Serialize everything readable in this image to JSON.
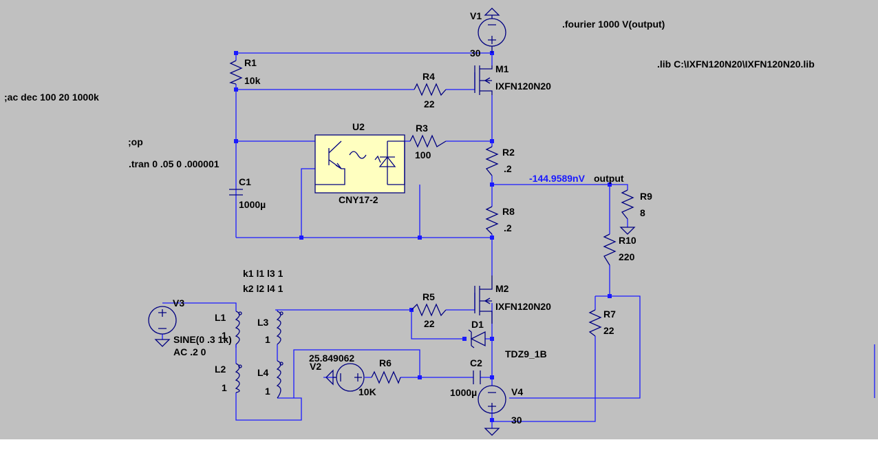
{
  "directives": {
    "fourier": ".fourier 1000  V(output)",
    "lib": ".lib C:\\IXFN120N20\\IXFN120N20.lib",
    "ac": ";ac dec 100 20 1000k",
    "op": ";op",
    "tran": ".tran 0 .05 0 .000001",
    "k1": "k1 l1 l3 1",
    "k2": "k2 l2 l4 1"
  },
  "components": {
    "V1": {
      "name": "V1",
      "value": "30"
    },
    "V2": {
      "name": "V2",
      "value": "25.849062"
    },
    "V3": {
      "name": "V3",
      "value": "SINE(0 .3 1k)",
      "ac": "AC .2 0"
    },
    "V4": {
      "name": "V4",
      "value": "30"
    },
    "M1": {
      "name": "M1",
      "value": "IXFN120N20"
    },
    "M2": {
      "name": "M2",
      "value": "IXFN120N20"
    },
    "R1": {
      "name": "R1",
      "value": "10k"
    },
    "R2": {
      "name": "R2",
      "value": ".2"
    },
    "R3": {
      "name": "R3",
      "value": "100"
    },
    "R4": {
      "name": "R4",
      "value": "22"
    },
    "R5": {
      "name": "R5",
      "value": "22"
    },
    "R6": {
      "name": "R6",
      "value": "10K"
    },
    "R7": {
      "name": "R7",
      "value": "22"
    },
    "R8": {
      "name": "R8",
      "value": ".2"
    },
    "R9": {
      "name": "R9",
      "value": "8"
    },
    "R10": {
      "name": "R10",
      "value": "220"
    },
    "C1": {
      "name": "C1",
      "value": "1000µ"
    },
    "C2": {
      "name": "C2",
      "value": "1000µ"
    },
    "D1": {
      "name": "D1",
      "value": "TDZ9_1B"
    },
    "U2": {
      "name": "U2",
      "value": "CNY17-2"
    },
    "L1": {
      "name": "L1",
      "value": "1"
    },
    "L2": {
      "name": "L2",
      "value": "1"
    },
    "L3": {
      "name": "L3",
      "value": "1"
    },
    "L4": {
      "name": "L4",
      "value": "1"
    }
  },
  "nets": {
    "output_label": "output",
    "output_voltage": "-144.9589nV"
  },
  "colors": {
    "background": "#c0c0c0",
    "wire": "#1a1aff",
    "component": "#000080",
    "opto_fill": "#ffffc0",
    "voltage_label": "#1a1aff"
  }
}
